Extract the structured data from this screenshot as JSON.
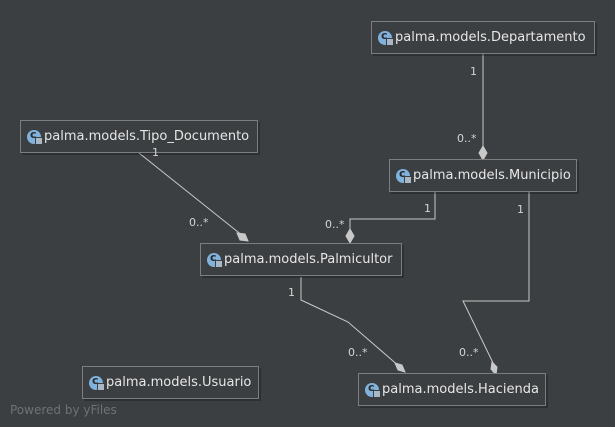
{
  "diagram": {
    "nodes": {
      "departamento": {
        "label": "palma.models.Departamento",
        "icon": "class-icon"
      },
      "tipo_documento": {
        "label": "palma.models.Tipo_Documento",
        "icon": "class-icon"
      },
      "municipio": {
        "label": "palma.models.Municipio",
        "icon": "class-icon"
      },
      "palmicultor": {
        "label": "palma.models.Palmicultor",
        "icon": "class-icon"
      },
      "usuario": {
        "label": "palma.models.Usuario",
        "icon": "class-icon"
      },
      "hacienda": {
        "label": "palma.models.Hacienda",
        "icon": "class-icon"
      }
    },
    "edges": [
      {
        "from": "departamento",
        "to": "municipio",
        "source_mult": "1",
        "target_mult": "0..*",
        "target_end": "diamond"
      },
      {
        "from": "tipo_documento",
        "to": "palmicultor",
        "source_mult": "1",
        "target_mult": "0..*",
        "target_end": "diamond"
      },
      {
        "from": "municipio",
        "to": "palmicultor",
        "source_mult": "1",
        "target_mult": "0..*",
        "target_end": "diamond"
      },
      {
        "from": "municipio",
        "to": "hacienda",
        "source_mult": "1",
        "target_mult": "0..*",
        "target_end": "diamond"
      },
      {
        "from": "palmicultor",
        "to": "hacienda",
        "source_mult": "1",
        "target_mult": "0..*",
        "target_end": "diamond"
      }
    ],
    "colors": {
      "background": "#3c3f41",
      "node_border": "#7b7d80",
      "edge": "#c8c8c8",
      "text": "#e6e6e6",
      "icon": "#7fb2dc"
    }
  },
  "watermark": "Powered by yFiles"
}
